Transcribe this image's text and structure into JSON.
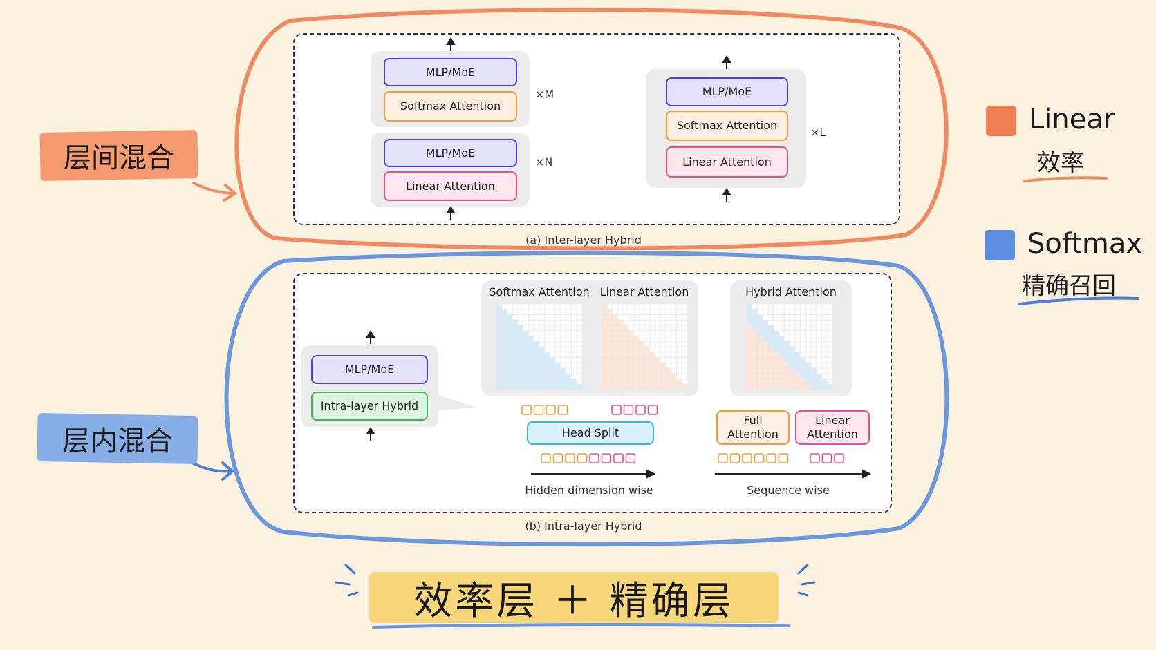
{
  "labels": {
    "inter_layer_tag": "层间混合",
    "intra_layer_tag": "层内混合",
    "bottom_banner": "效率层 ＋ 精确层"
  },
  "legend": [
    {
      "title": "Linear",
      "subtitle": "效率",
      "color": "#f07f55"
    },
    {
      "title": "Softmax",
      "subtitle": "精确召回",
      "color": "#5b8ee0"
    }
  ],
  "panel_a": {
    "caption": "(a) Inter-layer Hybrid",
    "left_top": {
      "blocks": [
        "MLP/MoE",
        "Softmax Attention"
      ],
      "repeat": "×M"
    },
    "left_bottom": {
      "blocks": [
        "MLP/MoE",
        "Linear Attention"
      ],
      "repeat": "×N"
    },
    "right": {
      "blocks": [
        "MLP/MoE",
        "Softmax Attention",
        "Linear Attention"
      ],
      "repeat": "×L"
    }
  },
  "panel_b": {
    "caption": "(b) Intra-layer Hybrid",
    "stack": [
      "MLP/MoE",
      "Intra-layer Hybrid"
    ],
    "matrix_titles": [
      "Softmax Attention",
      "Linear Attention",
      "Hybrid Attention"
    ],
    "head_split": "Head Split",
    "hidden_axis": "Hidden dimension wise",
    "full_attention": "Full\nAttention",
    "linear_attention": "Linear\nAttention",
    "sequence_axis": "Sequence wise"
  },
  "colors": {
    "orange_loop": "#f08a62",
    "blue_loop": "#6b97de",
    "softmax_cell": "#d6ecfa",
    "linear_cell": "#fde6d9"
  }
}
